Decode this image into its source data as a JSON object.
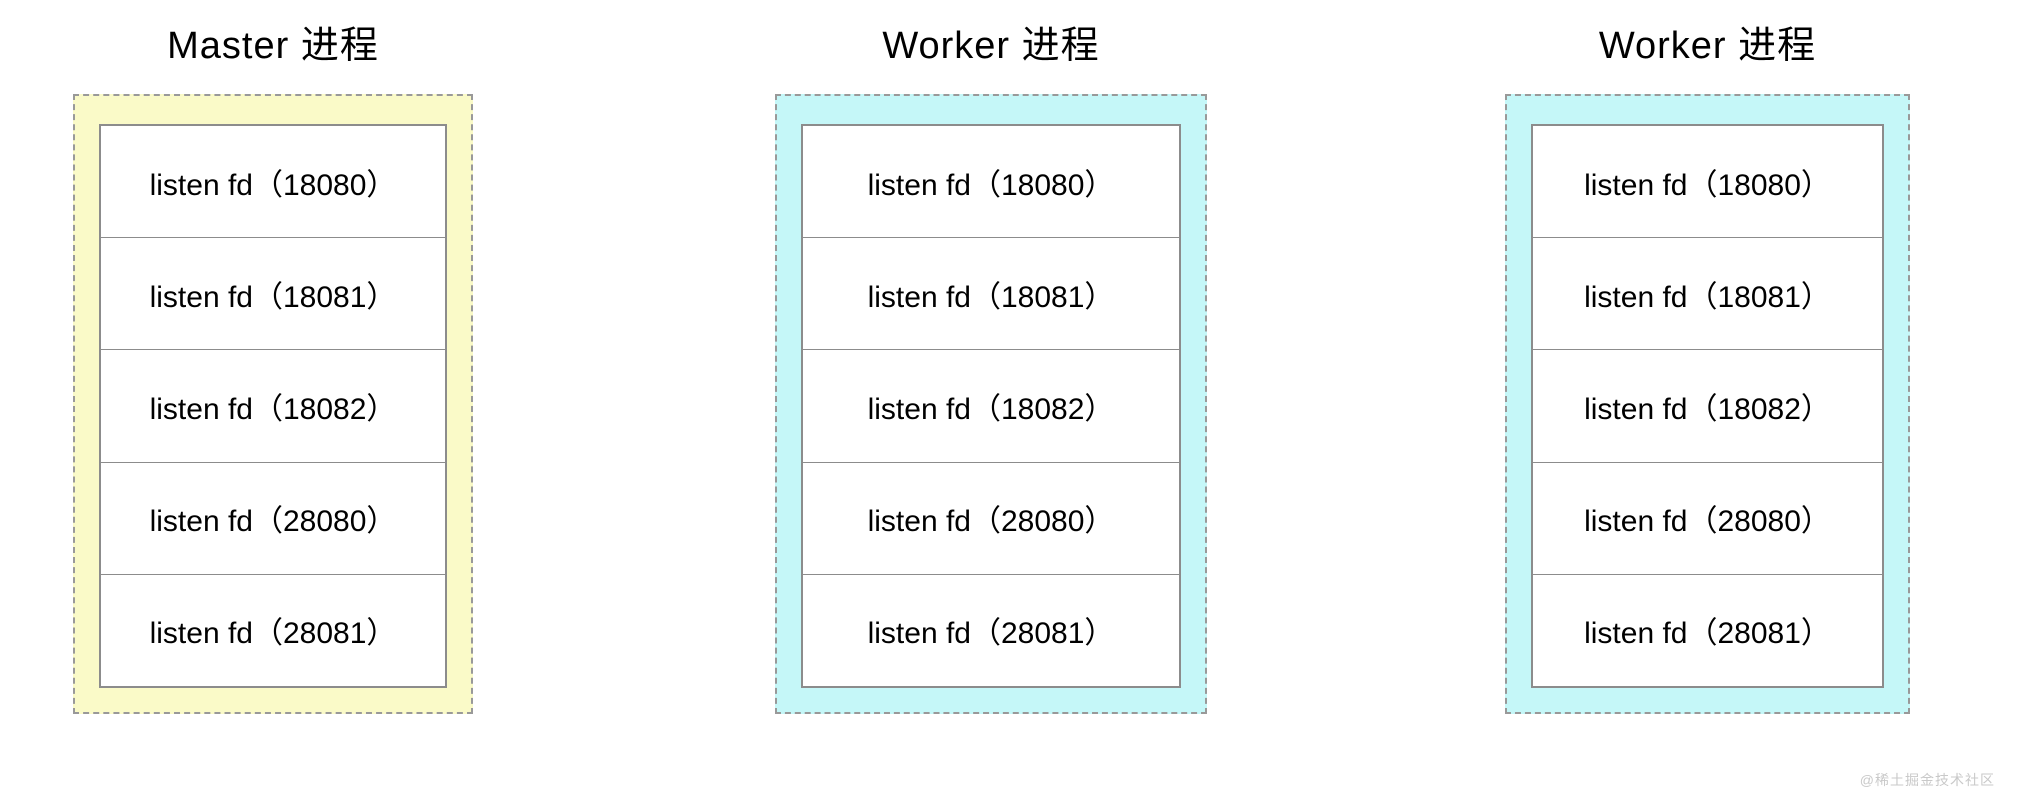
{
  "watermark": "@稀土掘金技术社区",
  "colors": {
    "master_bg": "#FAFAC8",
    "worker_bg": "#C5F7F8",
    "dash_border": "#999999",
    "inner_border": "#8C8C8C"
  },
  "columns": [
    {
      "title": "Master 进程",
      "role": "master",
      "fds": [
        "listen fd（18080）",
        "listen fd（18081）",
        "listen fd（18082）",
        "listen fd（28080）",
        "listen fd（28081）"
      ]
    },
    {
      "title": "Worker 进程",
      "role": "worker",
      "fds": [
        "listen fd（18080）",
        "listen fd（18081）",
        "listen fd（18082）",
        "listen fd（28080）",
        "listen fd（28081）"
      ]
    },
    {
      "title": "Worker 进程",
      "role": "worker",
      "fds": [
        "listen fd（18080）",
        "listen fd（18081）",
        "listen fd（18082）",
        "listen fd（28080）",
        "listen fd（28081）"
      ]
    }
  ]
}
